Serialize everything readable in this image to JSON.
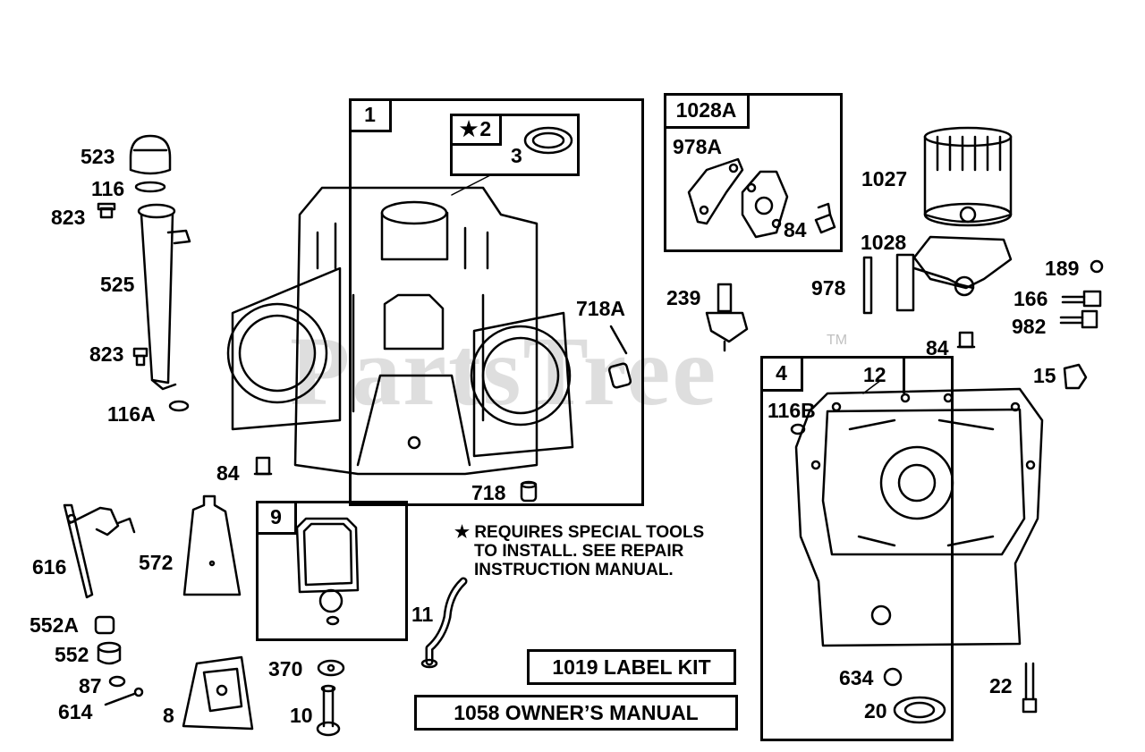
{
  "watermark": {
    "text": "PartsTree",
    "trademark": "TM"
  },
  "groups": {
    "g1": "1",
    "g1028a": "1028A",
    "g4": "4",
    "g9": "9",
    "g2": "2"
  },
  "labels": {
    "p523": "523",
    "p116": "116",
    "p823a": "823",
    "p525": "525",
    "p823b": "823",
    "p116a": "116A",
    "p3": "3",
    "p978a": "978A",
    "p84a": "84",
    "p1027": "1027",
    "p1028": "1028",
    "p978": "978",
    "p189": "189",
    "p166": "166",
    "p982": "982",
    "p84b": "84",
    "p15": "15",
    "p239": "239",
    "p718a": "718A",
    "p718": "718",
    "p84c": "84",
    "p12": "12",
    "p116b": "116B",
    "p616": "616",
    "p572": "572",
    "p552a": "552A",
    "p552": "552",
    "p87": "87",
    "p614": "614",
    "p8": "8",
    "p370": "370",
    "p10": "10",
    "p11": "11",
    "p634": "634",
    "p20": "20",
    "p22": "22"
  },
  "note": {
    "star": "★",
    "line1": "REQUIRES SPECIAL TOOLS",
    "line2": "TO INSTALL.  SEE REPAIR",
    "line3": "INSTRUCTION MANUAL."
  },
  "kits": {
    "label_kit": "1019 LABEL KIT",
    "owners_manual": "1058 OWNER’S MANUAL"
  }
}
